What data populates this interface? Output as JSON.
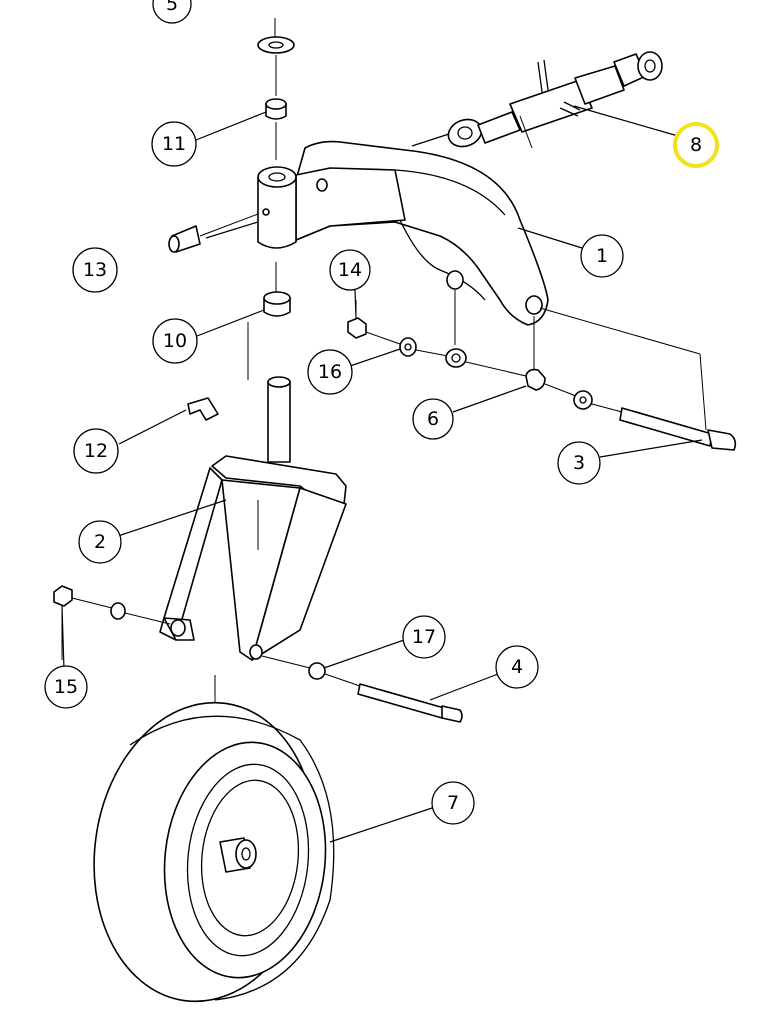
{
  "callouts": [
    {
      "id": "c5",
      "label": "5"
    },
    {
      "id": "c11",
      "label": "11"
    },
    {
      "id": "c13",
      "label": "13"
    },
    {
      "id": "c10",
      "label": "10"
    },
    {
      "id": "c12",
      "label": "12"
    },
    {
      "id": "c14",
      "label": "14"
    },
    {
      "id": "c16",
      "label": "16"
    },
    {
      "id": "c6",
      "label": "6"
    },
    {
      "id": "c3",
      "label": "3"
    },
    {
      "id": "c1",
      "label": "1"
    },
    {
      "id": "c8",
      "label": "8",
      "highlighted": true
    },
    {
      "id": "c2",
      "label": "2"
    },
    {
      "id": "c15",
      "label": "15"
    },
    {
      "id": "c17",
      "label": "17"
    },
    {
      "id": "c4",
      "label": "4"
    },
    {
      "id": "c7",
      "label": "7"
    }
  ],
  "highlight_color": "#f2e21c"
}
